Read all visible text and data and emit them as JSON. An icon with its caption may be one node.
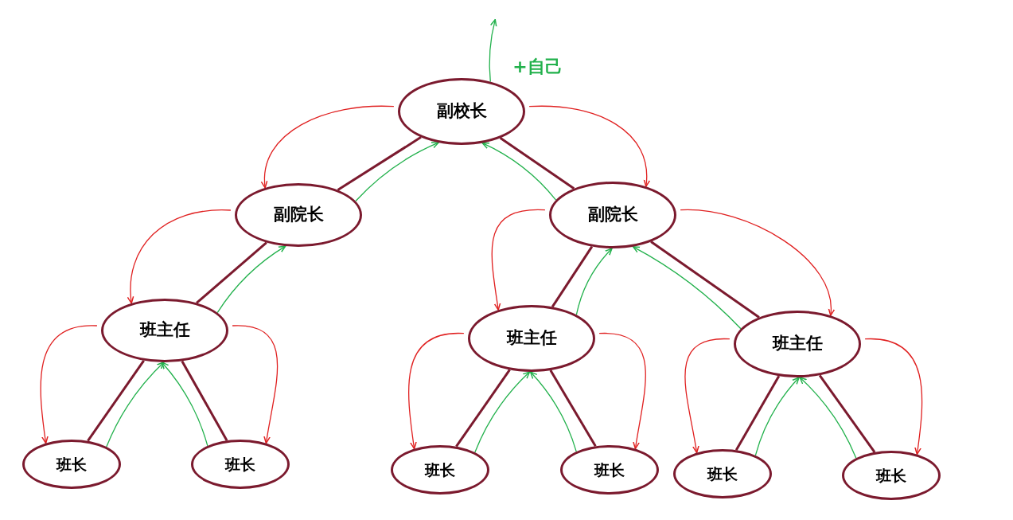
{
  "diagram": {
    "nodes": [
      {
        "text": [
          "副校长"
        ]
      },
      {
        "text": [
          "副院长"
        ]
      },
      {
        "text": [
          "副院长"
        ]
      },
      {
        "text": [
          "班主任"
        ]
      },
      {
        "text": [
          "班主任"
        ]
      },
      {
        "text": [
          "班主任"
        ]
      },
      {
        "text": [
          "班长"
        ]
      },
      {
        "text": [
          "班长"
        ]
      },
      {
        "text": [
          "班长"
        ]
      },
      {
        "text": [
          "班长"
        ]
      },
      {
        "text": [
          "班长"
        ]
      },
      {
        "text": [
          "班长"
        ]
      }
    ],
    "edges": [
      {
        "from": 0,
        "to": 1,
        "arrow": "none",
        "color": "#7b1a2e"
      },
      {
        "from": 0,
        "to": 2,
        "arrow": "none",
        "color": "#7b1a2e"
      },
      {
        "from": 1,
        "to": 3,
        "arrow": "none",
        "color": "#7b1a2e"
      },
      {
        "from": 2,
        "to": 4,
        "arrow": "none",
        "color": "#7b1a2e"
      },
      {
        "from": 2,
        "to": 5,
        "arrow": "none",
        "color": "#7b1a2e"
      },
      {
        "from": 3,
        "to": 6,
        "arrow": "none",
        "color": "#7b1a2e"
      },
      {
        "from": 3,
        "to": 7,
        "arrow": "none",
        "color": "#7b1a2e"
      },
      {
        "from": 4,
        "to": 8,
        "arrow": "none",
        "color": "#7b1a2e"
      },
      {
        "from": 4,
        "to": 9,
        "arrow": "none",
        "color": "#7b1a2e"
      },
      {
        "from": 5,
        "to": 10,
        "arrow": "none",
        "color": "#7b1a2e"
      },
      {
        "from": 5,
        "to": 11,
        "arrow": "none",
        "color": "#7b1a2e"
      },
      {
        "from": 0,
        "to": 1,
        "arrow": "to",
        "color": "#e02020"
      },
      {
        "from": 0,
        "to": 2,
        "arrow": "to",
        "color": "#e02020"
      },
      {
        "from": 1,
        "to": 3,
        "arrow": "to",
        "color": "#e02020"
      },
      {
        "from": 2,
        "to": 4,
        "arrow": "to",
        "color": "#e02020"
      },
      {
        "from": 2,
        "to": 5,
        "arrow": "to",
        "color": "#e02020"
      },
      {
        "from": 3,
        "to": 6,
        "arrow": "to",
        "color": "#e02020"
      },
      {
        "from": 3,
        "to": 7,
        "arrow": "to",
        "color": "#e02020"
      },
      {
        "from": 4,
        "to": 8,
        "arrow": "to",
        "color": "#e02020"
      },
      {
        "from": 4,
        "to": 9,
        "arrow": "to",
        "color": "#e02020"
      },
      {
        "from": 5,
        "to": 10,
        "arrow": "to",
        "color": "#e02020"
      },
      {
        "from": 5,
        "to": 11,
        "arrow": "to",
        "color": "#e02020"
      },
      {
        "from": 1,
        "to": 0,
        "arrow": "to",
        "color": "#22b14c"
      },
      {
        "from": 2,
        "to": 0,
        "arrow": "to",
        "color": "#22b14c"
      },
      {
        "from": 3,
        "to": 1,
        "arrow": "to",
        "color": "#22b14c"
      },
      {
        "from": 4,
        "to": 2,
        "arrow": "to",
        "color": "#22b14c"
      },
      {
        "from": 5,
        "to": 2,
        "arrow": "to",
        "color": "#22b14c"
      },
      {
        "from": 6,
        "to": 3,
        "arrow": "to",
        "color": "#22b14c"
      },
      {
        "from": 7,
        "to": 3,
        "arrow": "to",
        "color": "#22b14c"
      },
      {
        "from": 8,
        "to": 4,
        "arrow": "to",
        "color": "#22b14c"
      },
      {
        "from": 9,
        "to": 4,
        "arrow": "to",
        "color": "#22b14c"
      },
      {
        "from": 10,
        "to": 5,
        "arrow": "to",
        "color": "#22b14c"
      },
      {
        "from": 11,
        "to": 5,
        "arrow": "to",
        "color": "#22b14c"
      },
      {
        "from": 0,
        "to": null,
        "arrow": "to",
        "color": "#22b14c",
        "label": "+自己"
      }
    ]
  }
}
